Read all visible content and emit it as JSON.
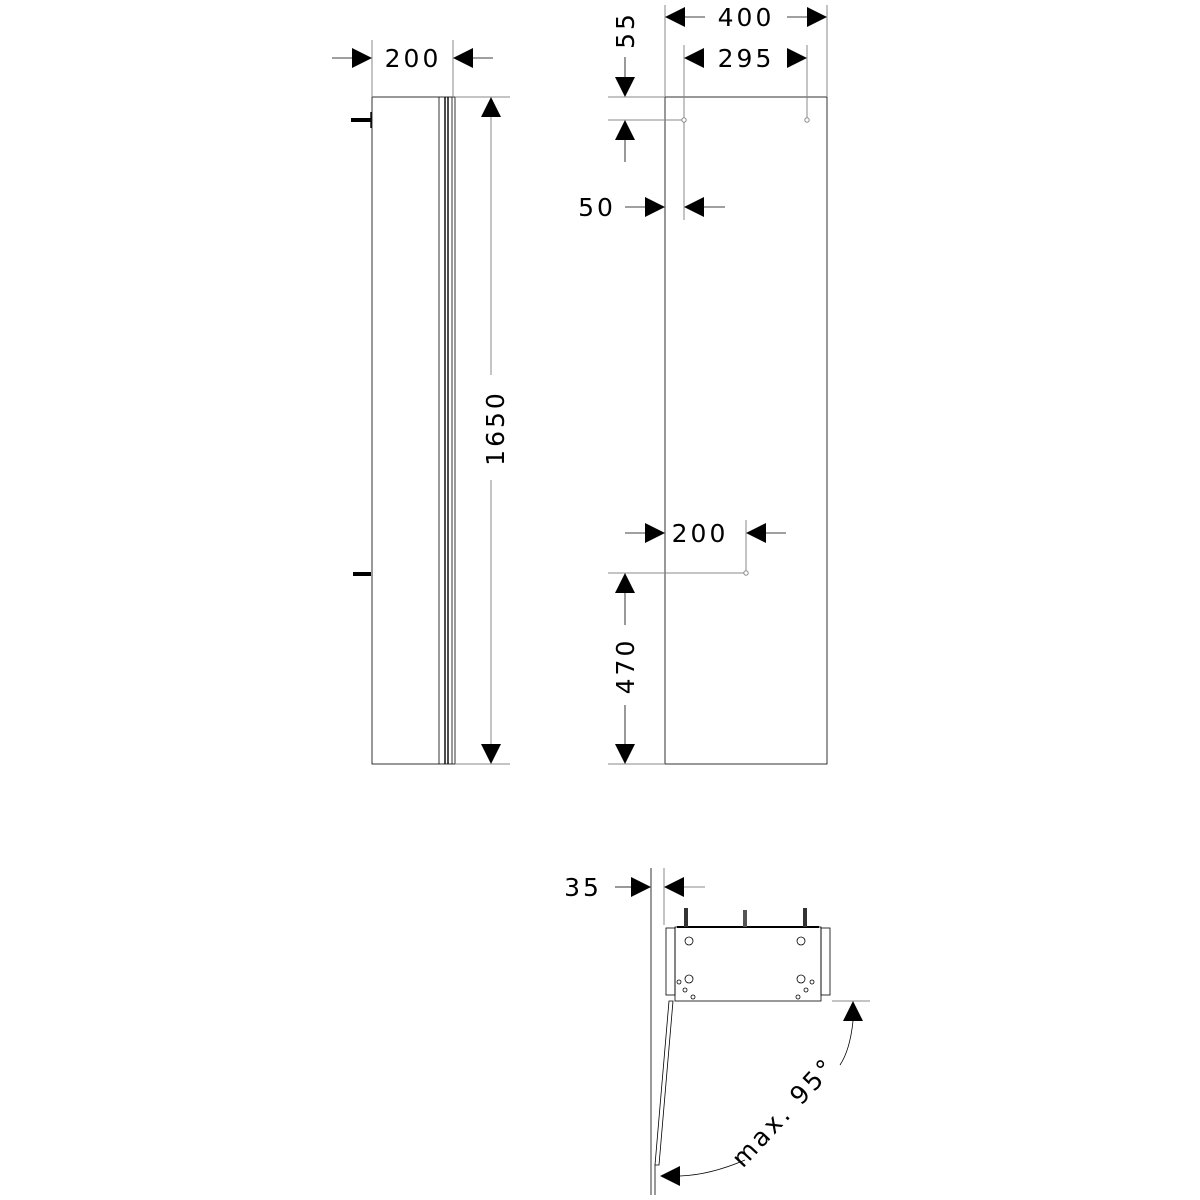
{
  "side_view": {
    "width_label": "200",
    "height_label": "1650"
  },
  "front_view": {
    "width_label": "400",
    "hole_spacing_label": "295",
    "top_offset_label": "55",
    "side_offset_label": "50",
    "lower_hole_offset_label": "200",
    "lower_hole_height_label": "470"
  },
  "plan_view": {
    "gap_label": "35",
    "angle_label": "max. 95°"
  },
  "colors": {
    "line": "#000000",
    "extension": "#888888"
  }
}
